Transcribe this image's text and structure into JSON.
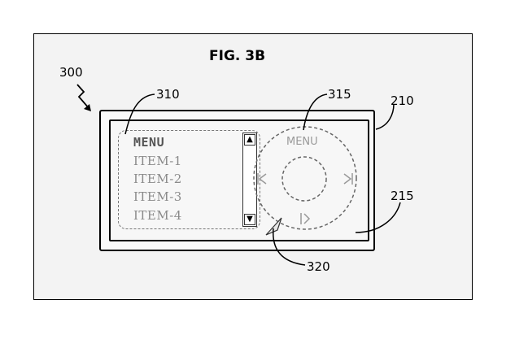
{
  "figure": {
    "title": "FIG. 3B"
  },
  "references": {
    "device": "300",
    "menu_area": "310",
    "wheel": "315",
    "housing": "210",
    "display": "215",
    "cursor": "320"
  },
  "menu": {
    "header": "MENU",
    "items": [
      "ITEM-1",
      "ITEM-2",
      "ITEM-3",
      "ITEM-4"
    ]
  },
  "wheel": {
    "label": "MENU",
    "icons": [
      "previous-icon",
      "next-icon",
      "play-pause-icon"
    ]
  },
  "scrollbar": {
    "icons": [
      "scroll-up-icon",
      "scroll-down-icon"
    ]
  }
}
